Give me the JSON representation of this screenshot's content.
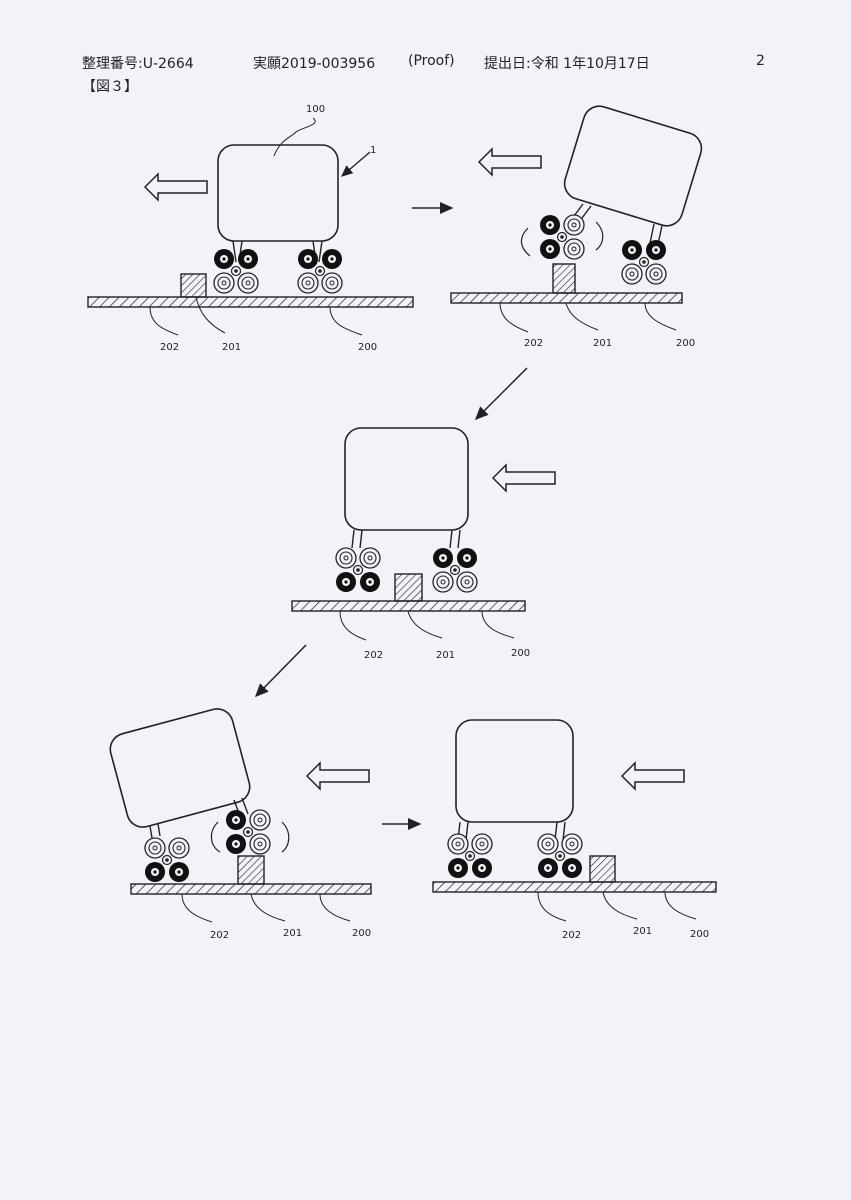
{
  "header": {
    "reference_number": "整理番号:U-2664",
    "application_number": "実願2019-003956",
    "proof": "(Proof)",
    "filing_date": "提出日:令和 1年10月17日",
    "page_number": "2"
  },
  "figure_label": "【図３】",
  "labels": {
    "vehicle": "100",
    "device": "1",
    "floor": "200",
    "step": "201",
    "floor_area": "202"
  }
}
